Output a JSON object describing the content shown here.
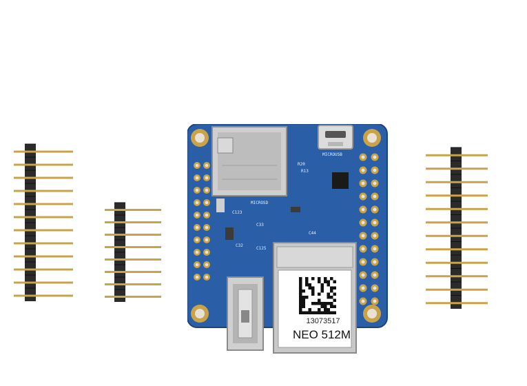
{
  "product": {
    "serial": "13073517",
    "model": "NEO 512M"
  },
  "silkscreen": {
    "microsd": "MICROSD",
    "microusb": "MICROUSB",
    "r20": "R20",
    "r13": "R13",
    "c33": "C33",
    "c44": "C44",
    "c32": "C32",
    "c125": "C125",
    "c123": "C123"
  },
  "colors": {
    "pcb": "#2a5fa8",
    "pcb_dark": "#1d4a8c",
    "gold": "#c9a34a",
    "pin_plastic": "#2b2b2b",
    "metal": "#bdbdbd"
  },
  "headers": {
    "left_long_pins": 12,
    "left_short_pins": 8,
    "right_long_pins": 12
  }
}
